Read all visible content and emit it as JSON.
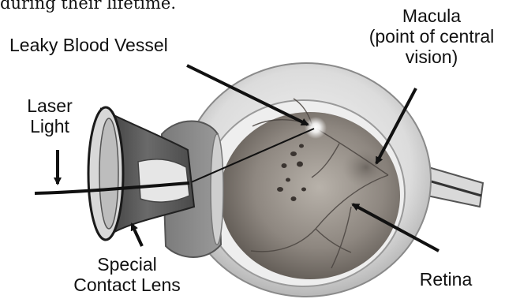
{
  "caption": "during their lifetime.",
  "labels": {
    "leaky_vessel": "Leaky Blood Vessel",
    "macula_line1": "Macula",
    "macula_line2": "(point of central",
    "macula_line3": "vision)",
    "laser_line1": "Laser",
    "laser_line2": "Light",
    "lens_line1": "Special",
    "lens_line2": "Contact Lens",
    "retina": "Retina"
  }
}
